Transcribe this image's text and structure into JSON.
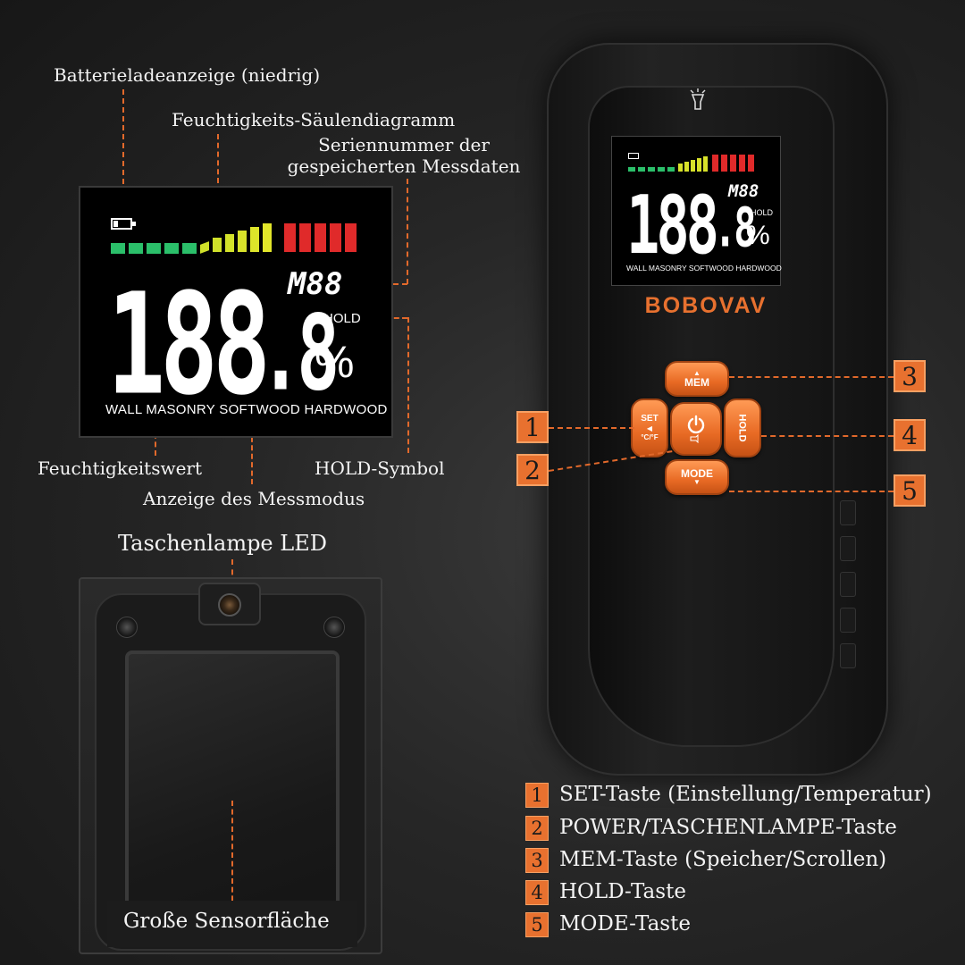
{
  "labels": {
    "battery": "Batterieladeanzeige (niedrig)",
    "bar_graph": "Feuchtigkeits-Säulendiagramm",
    "serial_line1": "Seriennummer der",
    "serial_line2": "gespeicherten Messdaten",
    "moisture_value": "Feuchtigkeitswert",
    "hold_symbol": "HOLD-Symbol",
    "mode_display": "Anzeige des Messmodus",
    "flashlight": "Taschenlampe LED",
    "sensor_area": "Große Sensorfläche"
  },
  "lcd": {
    "digits": "188",
    "decimal": ".8",
    "percent": "%",
    "memory": "M88",
    "hold": "HOLD",
    "modes": "WALL MASONRY SOFTWOOD HARDWOOD"
  },
  "device": {
    "brand": "BOBOVAV",
    "buttons": {
      "mem": "MEM",
      "set": "SET",
      "set_sub": "°C/°F",
      "hold": "HOLD",
      "mode": "MODE"
    }
  },
  "callouts": [
    "1",
    "2",
    "3",
    "4",
    "5"
  ],
  "legend": [
    {
      "num": "1",
      "text": "SET-Taste (Einstellung/Temperatur)"
    },
    {
      "num": "2",
      "text": "POWER/TASCHENLAMPE-Taste"
    },
    {
      "num": "3",
      "text": "MEM-Taste (Speicher/Scrollen)"
    },
    {
      "num": "4",
      "text": "HOLD-Taste"
    },
    {
      "num": "5",
      "text": "MODE-Taste"
    }
  ],
  "colors": {
    "accent": "#e8712f",
    "bar_green": "#2bbf6a",
    "bar_yellow": "#d8e22a",
    "bar_red": "#e02a2a"
  }
}
